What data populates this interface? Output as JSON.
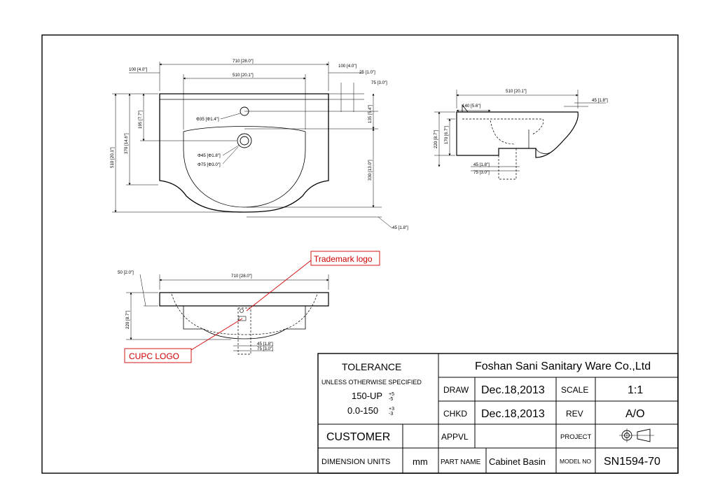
{
  "drawing": {
    "top_view": {
      "overall_width": "710 [28.0\"]",
      "left_offset": "100 [4.0\"]",
      "right_offset": "100 [4.0\"]",
      "inner_width": "510 [20.1\"]",
      "edge_25": "25 [1.0\"]",
      "edge_75": "75 [3.0\"]",
      "faucet_hole": "Φ35 [Φ1.4\"]",
      "drain_45": "Φ45 [Φ1.8\"]",
      "drain_75": "Φ75 [Φ3.0\"]",
      "height_195": "195 [7.7\"]",
      "height_370": "370 [14.6\"]",
      "height_510": "510 [20.1\"]",
      "height_135": "135 [5.4\"]",
      "height_330": "330 [13.0\"]",
      "bottom_45": "45 [1.8\"]"
    },
    "side_view": {
      "width_510": "510 [20.1\"]",
      "dim_140": "140 [5.6\"]",
      "dim_45_top": "45 [1.8\"]",
      "height_220": "220 [8.7\"]",
      "height_170": "170 [6.7\"]",
      "drain_45": "45 [1.8\"]",
      "drain_75": "75 [3.0\"]"
    },
    "front_view": {
      "overall_width": "710 [28.0\"]",
      "rim_50": "50 [2.0\"]",
      "height_220": "220 [8.7\"]",
      "drain_45": "45 [1.8\"]",
      "drain_75": "75 [3.0\"]"
    },
    "callouts": {
      "trademark": "Trademark logo",
      "cupc": "CUPC LOGO"
    },
    "callout_color": "#d10000"
  },
  "title_block": {
    "tolerance_heading": "TOLERANCE",
    "tolerance_note": "UNLESS OTHERWISE SPECIFIED",
    "tol_row1": "150-UP",
    "tol_row1_plus": "+5",
    "tol_row1_minus": "-5",
    "tol_row2": "0.0-150",
    "tol_row2_plus": "+3",
    "tol_row2_minus": "-3",
    "customer_label": "CUSTOMER",
    "dimension_units_label": "DIMENSION UNITS",
    "dimension_units_value": "mm",
    "company": "Foshan Sani Sanitary Ware Co.,Ltd",
    "draw_label": "DRAW",
    "draw_date": "Dec.18,2013",
    "scale_label": "SCALE",
    "scale_value": "1:1",
    "chkd_label": "CHKD",
    "chkd_date": "Dec.18,2013",
    "rev_label": "REV",
    "rev_value": "A/O",
    "appvl_label": "APPVL",
    "project_label": "PROJECT",
    "part_name_label": "PART NAME",
    "part_name_value": "Cabinet Basin",
    "model_no_label": "MODEL NO",
    "model_no_value": "SN1594-70"
  }
}
